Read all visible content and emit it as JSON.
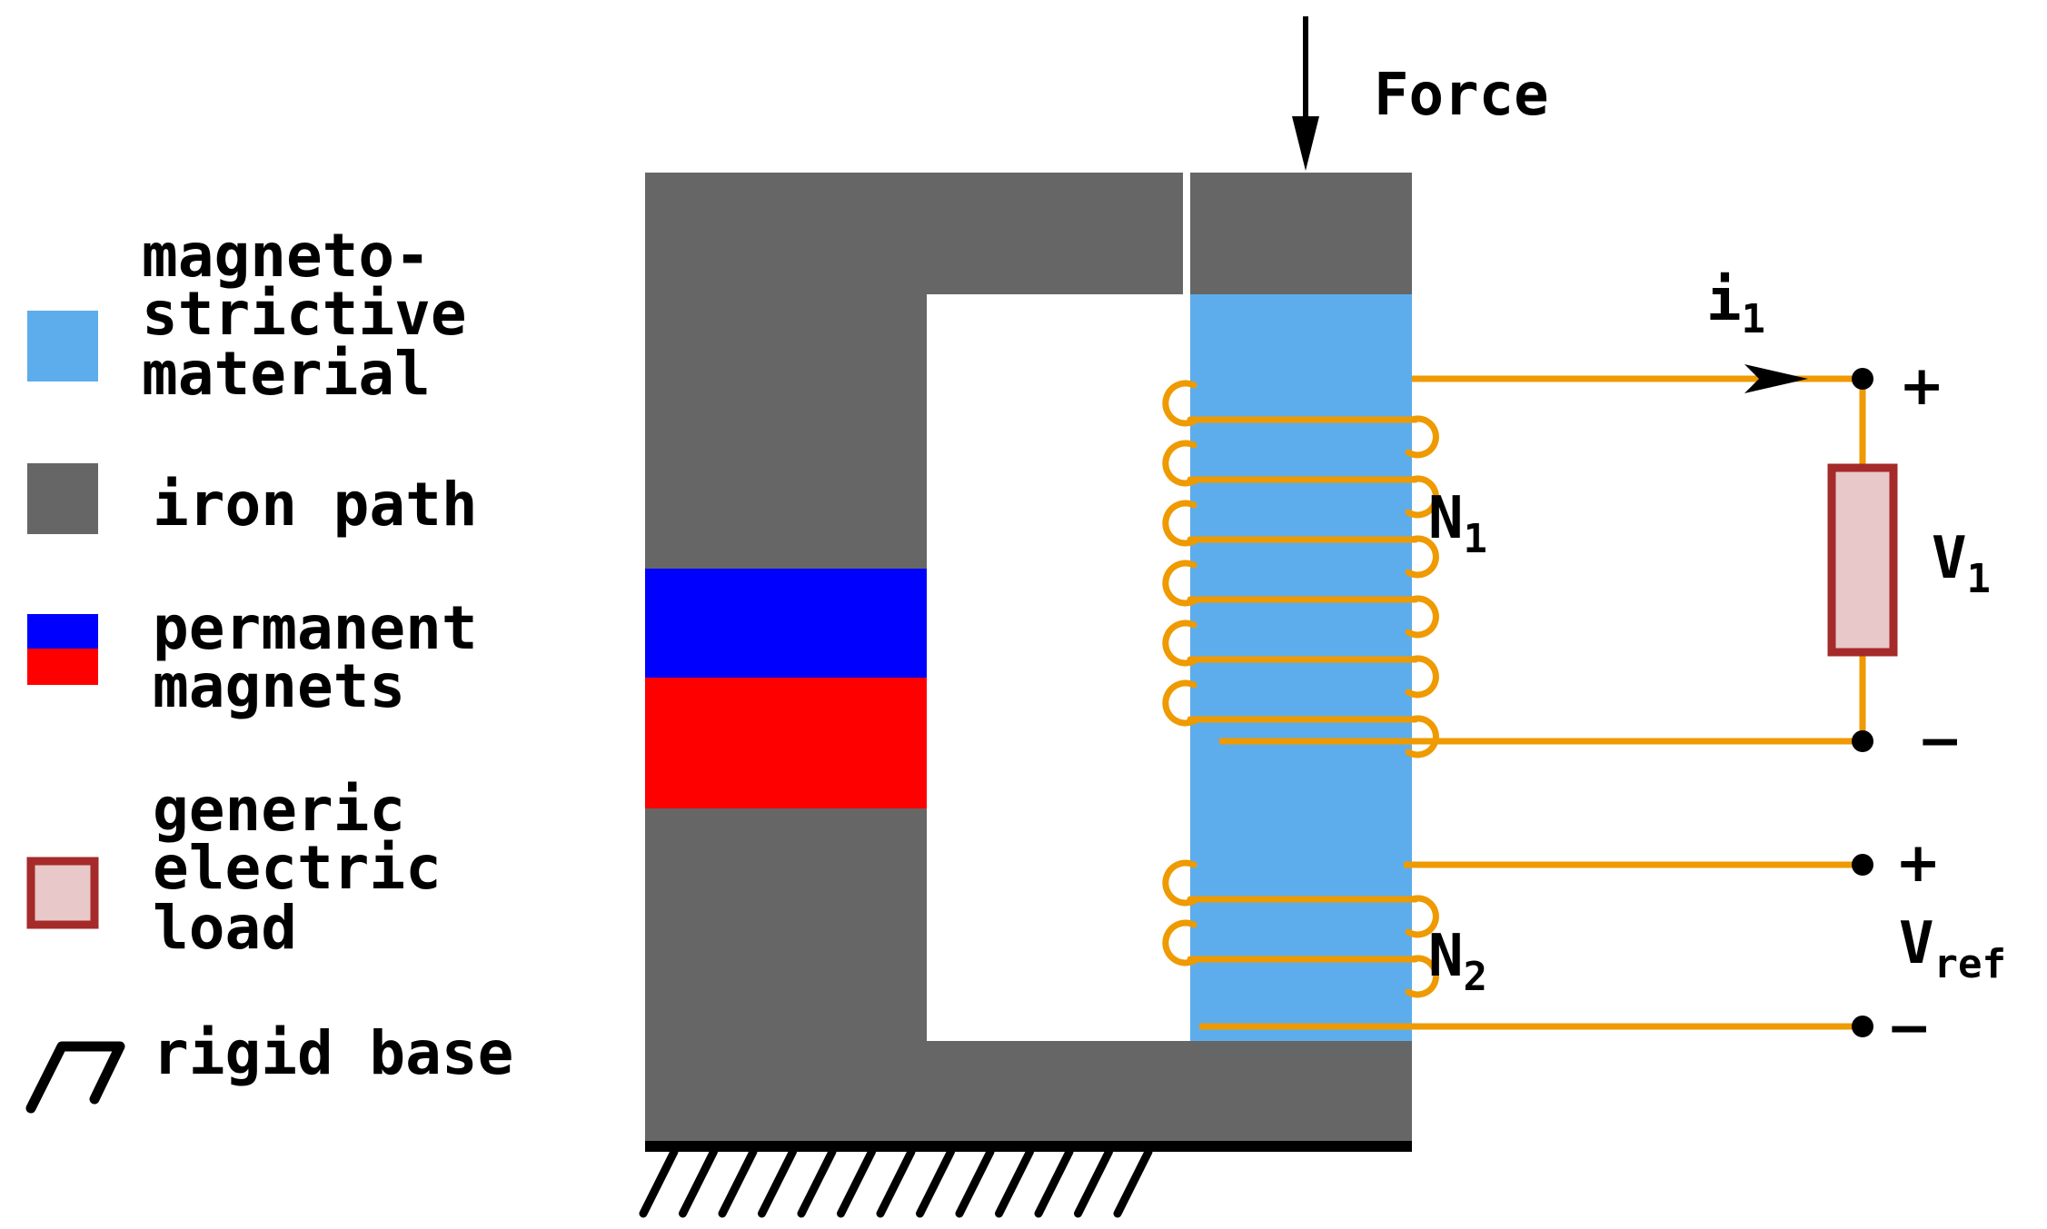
{
  "colors": {
    "magnetostrictive": "#5DADEC",
    "iron": "#666666",
    "magnet_north": "#0000FF",
    "magnet_south": "#FF0000",
    "load_fill": "#E8C8C8",
    "load_border": "#A52A2A",
    "coil_wire": "#EE9A00",
    "base": "#000000"
  },
  "legend": {
    "magnetostrictive": [
      "magneto-",
      "strictive",
      "material"
    ],
    "iron": "iron path",
    "magnets": [
      "permanent",
      "magnets"
    ],
    "load": [
      "generic",
      "electric",
      "load"
    ],
    "base": "rigid base"
  },
  "labels": {
    "force": "Force",
    "current": {
      "main": "i",
      "sub": "1"
    },
    "coil1": {
      "main": "N",
      "sub": "1"
    },
    "coil2": {
      "main": "N",
      "sub": "2"
    },
    "load_voltage": {
      "main": "V",
      "sub": "1"
    },
    "ref_voltage": {
      "main": "V",
      "sub": "ref"
    },
    "plus": "+",
    "minus": "−"
  }
}
